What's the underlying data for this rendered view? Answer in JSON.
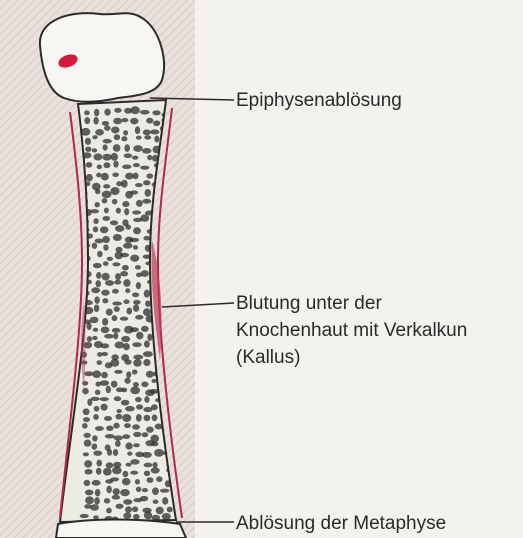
{
  "labels": {
    "epiphysis": "Epiphysenablösung",
    "bleeding_lines": [
      "Blutung unter der",
      "Knochenhaut mit Verkalkun",
      "(Kallus)"
    ],
    "metaphysis": "Ablösung der Metaphyse"
  },
  "colors": {
    "background": "#f3f2ee",
    "shaded_band": "#e7ddd8",
    "bone_outline": "#2b2b2b",
    "bleeding": "#b0284a",
    "marrow_spot": "#d21c3a"
  }
}
